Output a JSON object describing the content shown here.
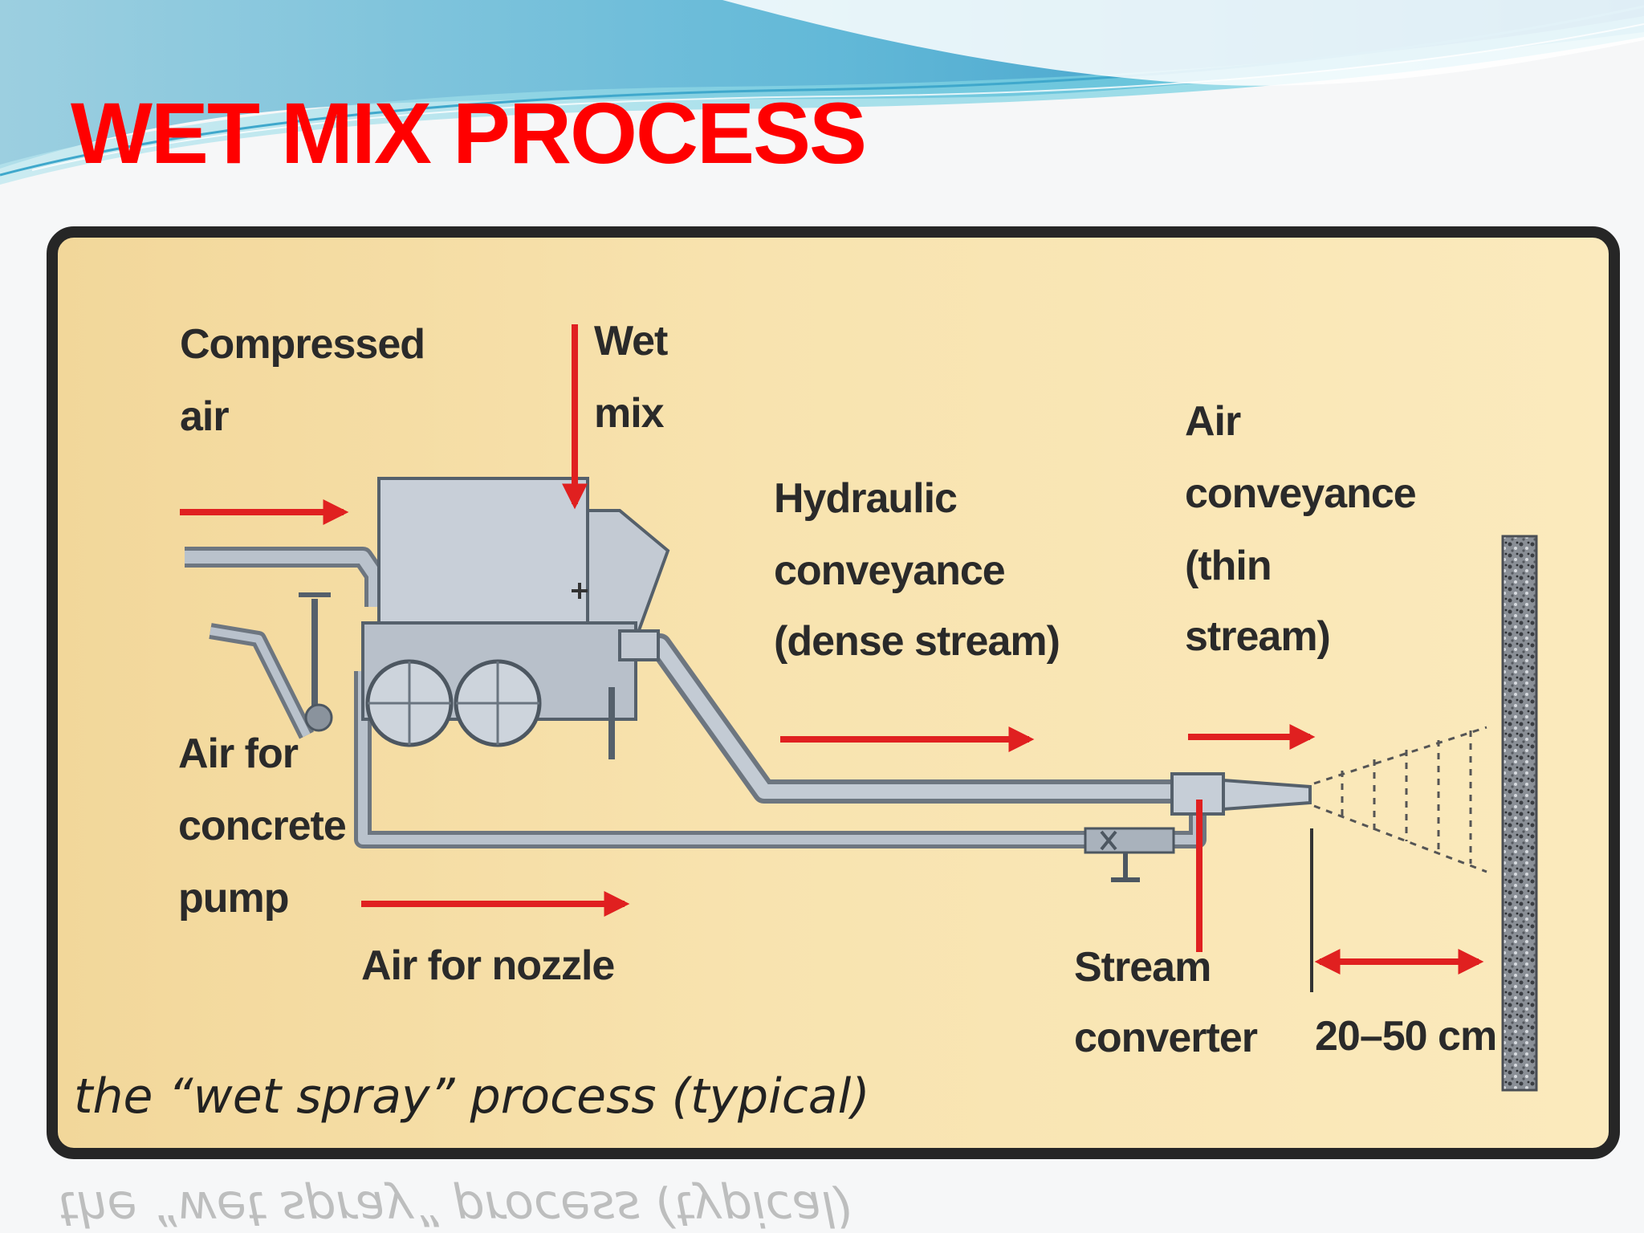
{
  "slide": {
    "title": "WET MIX PROCESS"
  },
  "colors": {
    "title": "#ff0000",
    "arrow": "#e02020",
    "frame_border": "#262626",
    "panel_background": "#f6dfa6",
    "wave_accent": "#4fb8d8"
  },
  "diagram": {
    "labels": {
      "compressed_air_line1": "Compressed",
      "compressed_air_line2": "air",
      "wet_mix_line1": "Wet",
      "wet_mix_line2": "mix",
      "hydraulic_line1": "Hydraulic",
      "hydraulic_line2": "conveyance",
      "hydraulic_line3": "(dense stream)",
      "air_conv_line1": "Air",
      "air_conv_line2": "conveyance",
      "air_conv_line3": "(thin",
      "air_conv_line4": "stream)",
      "pump_air_line1": "Air for",
      "pump_air_line2": "concrete",
      "pump_air_line3": "pump",
      "nozzle_air": "Air for nozzle",
      "stream_conv_line1": "Stream",
      "stream_conv_line2": "converter",
      "distance": "20–50 cm"
    },
    "caption": "the “wet spray” process (typical)",
    "icons": {
      "pump_machine": "concrete-pump-machine-icon",
      "nozzle": "spray-nozzle-icon",
      "wall": "sprayed-wall-icon",
      "valve": "valve-icon"
    }
  }
}
